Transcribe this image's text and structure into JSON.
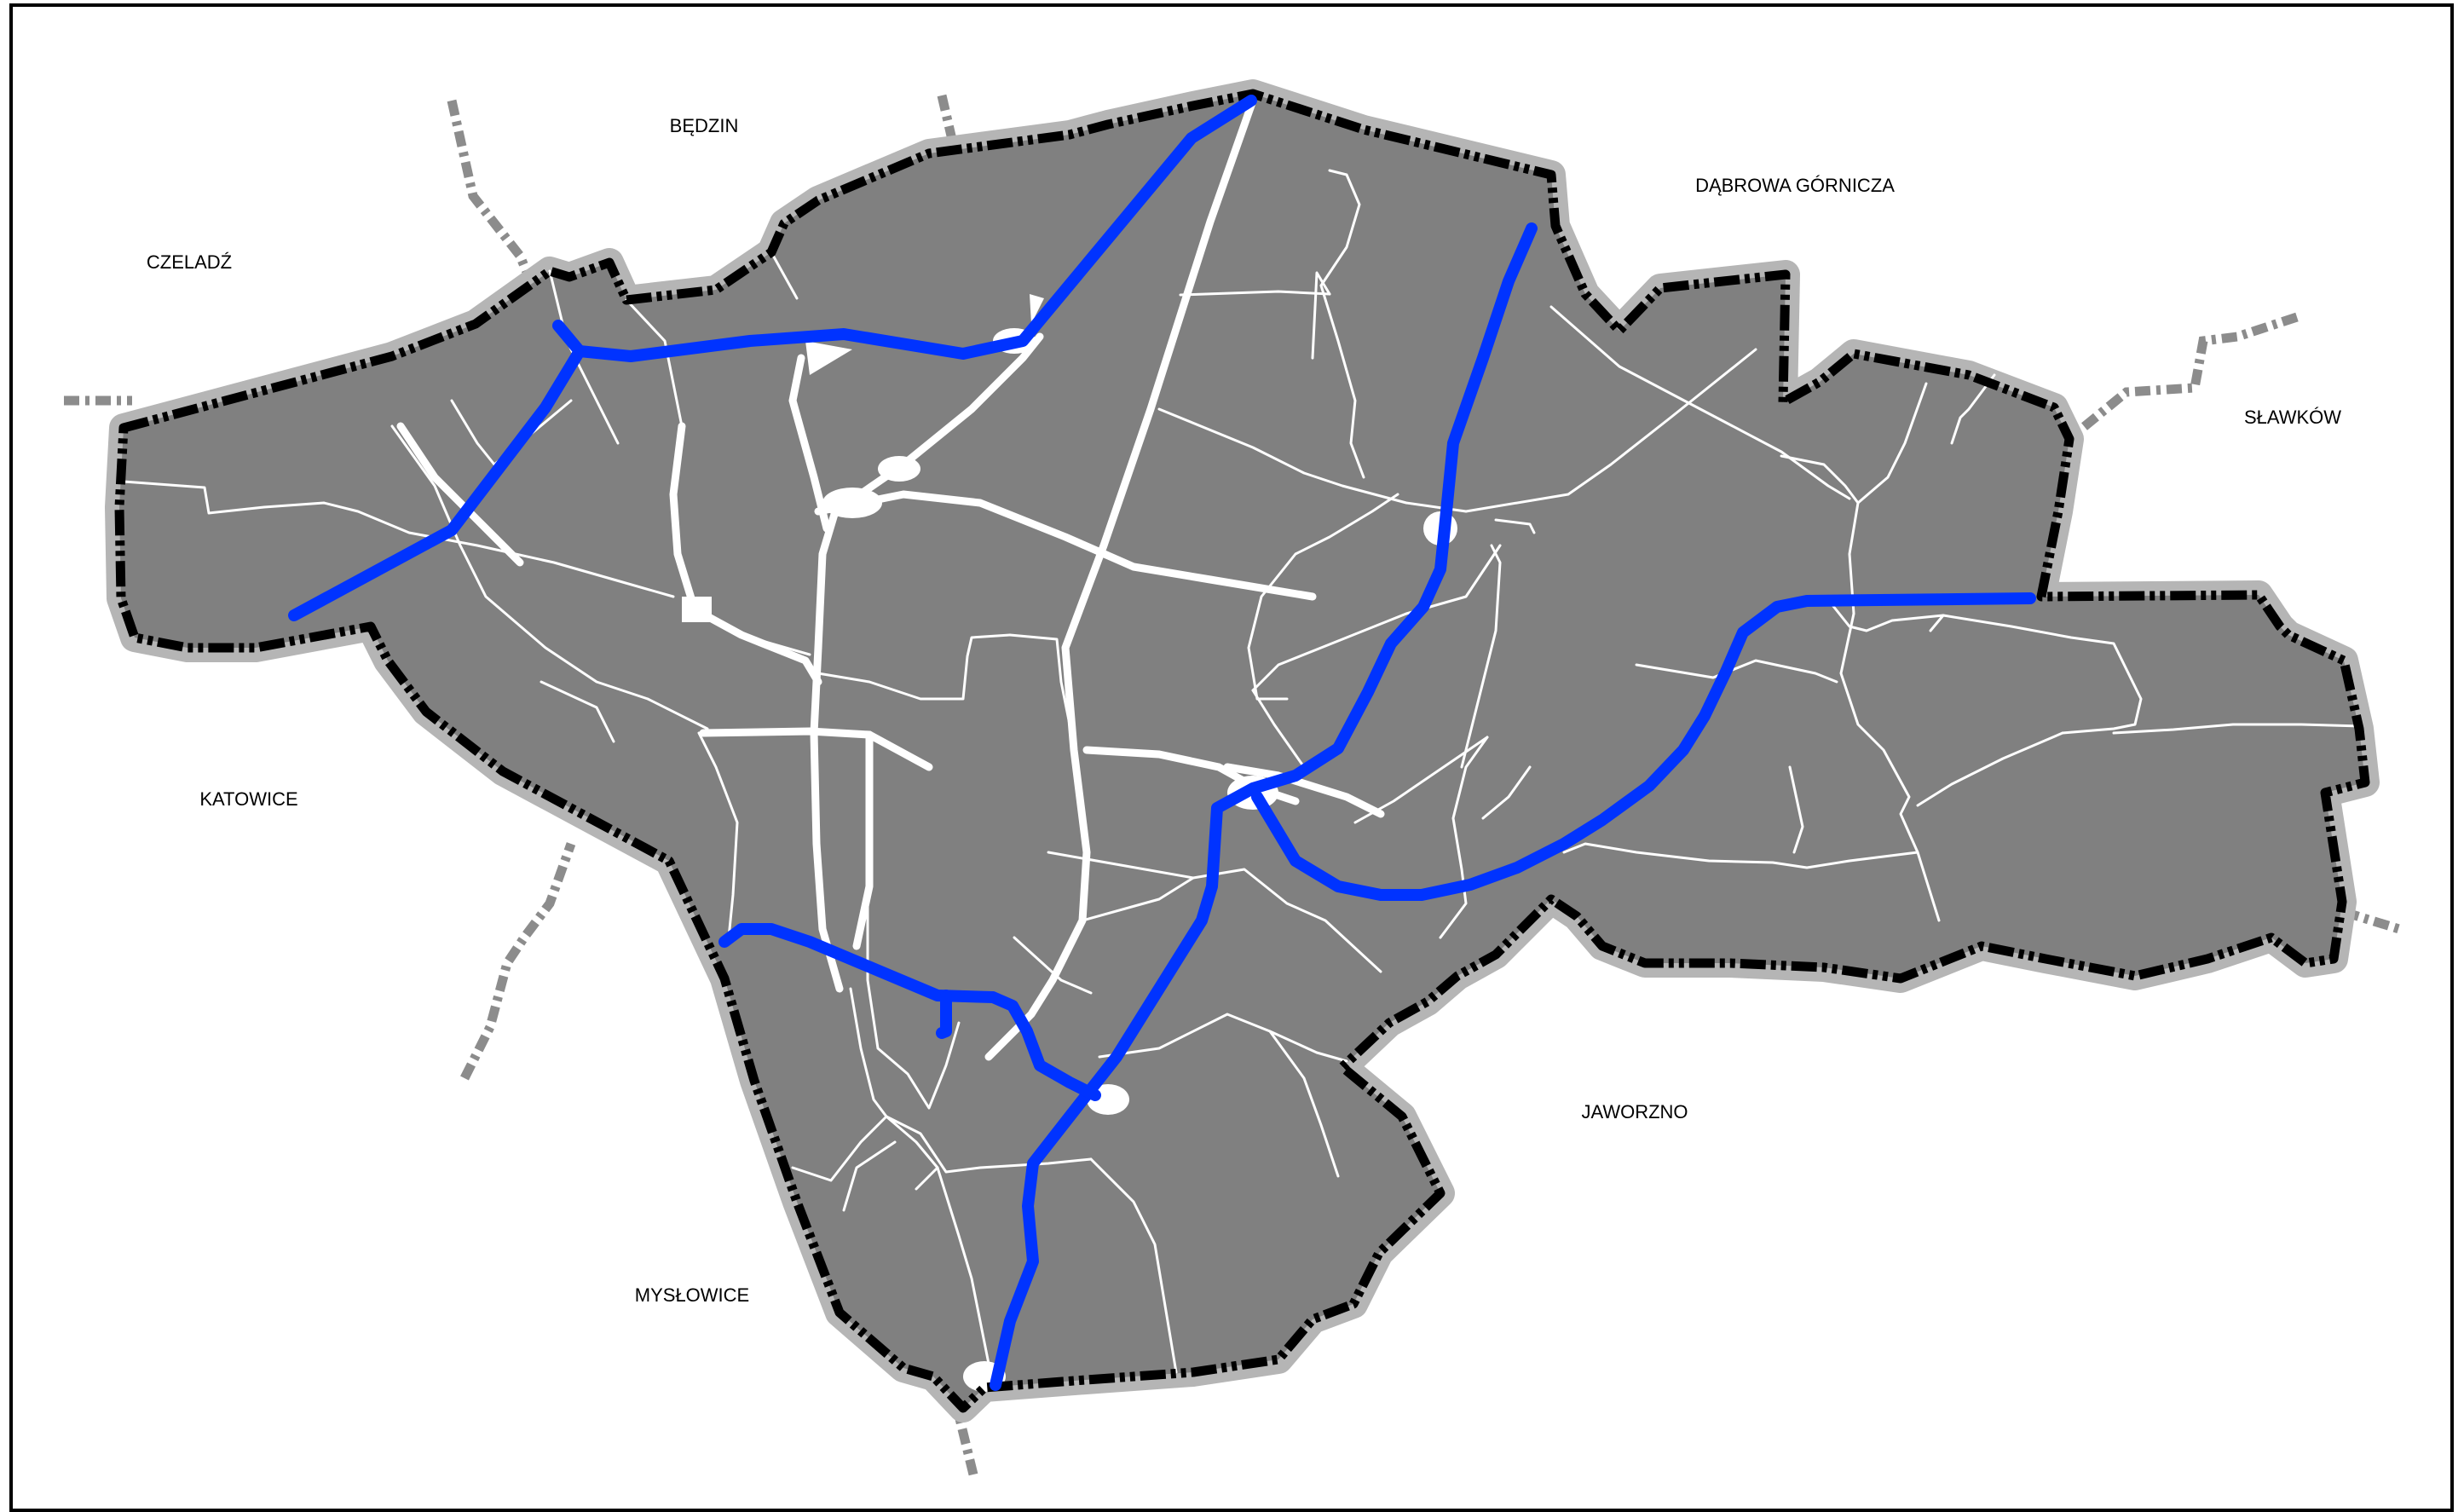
{
  "map": {
    "neighbours": {
      "czeladz": "CZELADŹ",
      "bedzin": "BĘDZIN",
      "dabrowa": "DĄBROWA GÓRNICZA",
      "slawkow": "SŁAWKÓW",
      "katowice": "KATOWICE",
      "jaworzno": "JAWORZNO",
      "myslowice": "MYSŁOWICE"
    },
    "colors": {
      "district_fill": "#808080",
      "road_network": "#ffffff",
      "boundary_halo": "#b5b5b5",
      "boundary_line": "#000000",
      "highway": "#0033ff",
      "external_roads": "#8c8c8c"
    }
  }
}
